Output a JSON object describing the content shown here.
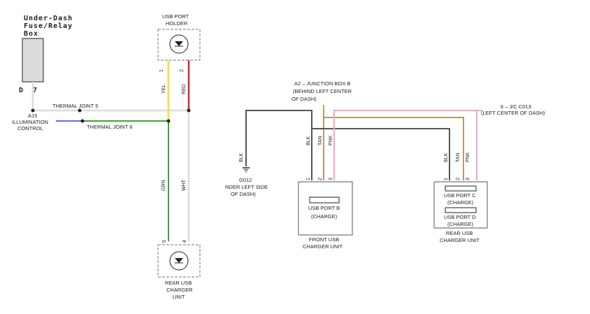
{
  "fuse_box": {
    "title_1": "Under-Dash",
    "title_2": "Fuse/Relay",
    "title_3": "Box",
    "pin_d": "D",
    "pin_7": "7"
  },
  "usb_holder": {
    "label_1": "USB PORT",
    "label_2": "HOLDER",
    "pin_1": "1",
    "pin_2": "2"
  },
  "wires": {
    "yel": "YEL",
    "red": "RED",
    "grn": "GRN",
    "wht": "WHT",
    "blk": "BLK",
    "tan": "TAN",
    "pnk": "PNK"
  },
  "joints": {
    "thermal_5": "THERMAL JOINT 5",
    "thermal_6": "THERMAL JOINT 6"
  },
  "illumination": {
    "line_1": "A15",
    "line_2": "ILLUMINATION",
    "line_3": "CONTROL"
  },
  "rear_unit": {
    "pin_5": "5",
    "pin_4": "4",
    "label_1": "REAR USB",
    "label_2": "CHARGER",
    "label_3": "UNIT"
  },
  "junction_b": {
    "line_1": "A2 – JUNCTION BOX B",
    "line_2": "(BEHIND LEFT CENTER",
    "line_3": "OF DASH)"
  },
  "jc_c013": {
    "line_1": "6 – J/C C013",
    "line_2": "(LEFT CENTER OF DASH)"
  },
  "ground": {
    "line_1": "G012",
    "line_2": "NDER LEFT SIDE",
    "line_3": "OF DASH)"
  },
  "front_unit": {
    "pin_1": "1",
    "pin_2": "2",
    "pin_3": "3",
    "port_b_1": "USB PORT B",
    "port_b_2": "(CHARGE)",
    "label_1": "FRONT USB",
    "label_2": "CHARGER UNIT"
  },
  "rear_usb_unit": {
    "pin_1": "1",
    "pin_2": "2",
    "pin_3": "3",
    "port_c_1": "USB PORT C",
    "port_c_2": "(CHARGE)",
    "port_d_1": "USB PORT D",
    "port_d_2": "(CHARGE)",
    "label_1": "REAR USB",
    "label_2": "CHARGER UNIT"
  },
  "colors": {
    "yellow": "#f2e34a",
    "red": "#d42a2a",
    "green": "#3aa82e",
    "white": "#dcdcdc",
    "blue": "#2b3fd0",
    "black": "#555555",
    "tan": "#b89a6a",
    "pink": "#f0a6c0"
  }
}
